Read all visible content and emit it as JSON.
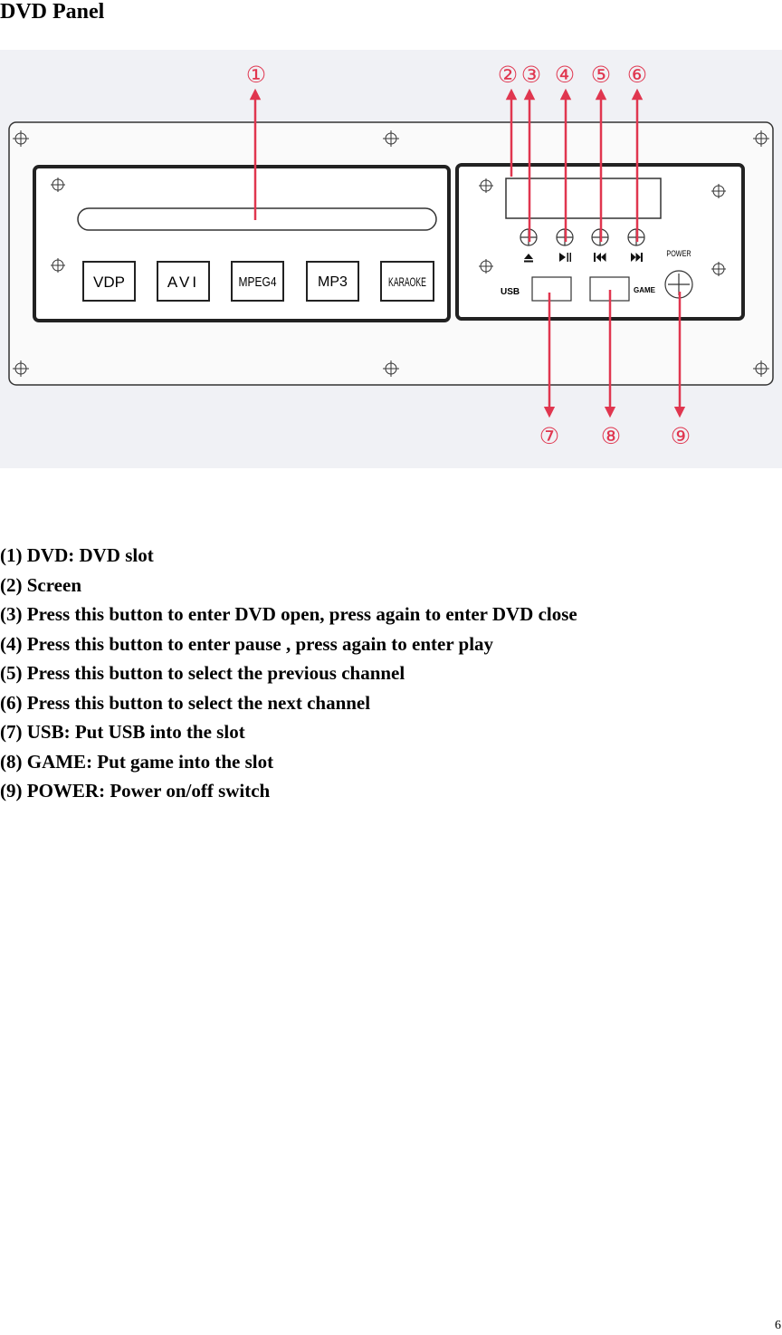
{
  "page": {
    "title": "DVD Panel",
    "page_number": "6"
  },
  "figure": {
    "callouts": [
      "①",
      "②",
      "③",
      "④",
      "⑤",
      "⑥",
      "⑦",
      "⑧",
      "⑨"
    ],
    "mode_buttons": [
      "VDP",
      "AVI",
      "MPEG4",
      "MP3",
      "KARAOKE"
    ],
    "labels": {
      "usb": "USB",
      "game": "GAME",
      "power": "POWER"
    },
    "arrow_color": "#e0364f"
  },
  "legend": [
    "(1) DVD: DVD slot",
    "(2) Screen",
    "(3) Press this button to enter DVD open, press again to enter DVD close",
    "(4) Press this button to enter pause , press again to enter play",
    "(5) Press this button to select the previous channel",
    "(6) Press this button to select the next channel",
    "(7) USB: Put USB into the slot",
    "(8) GAME: Put game into the slot",
    "(9) POWER: Power on/off switch"
  ]
}
